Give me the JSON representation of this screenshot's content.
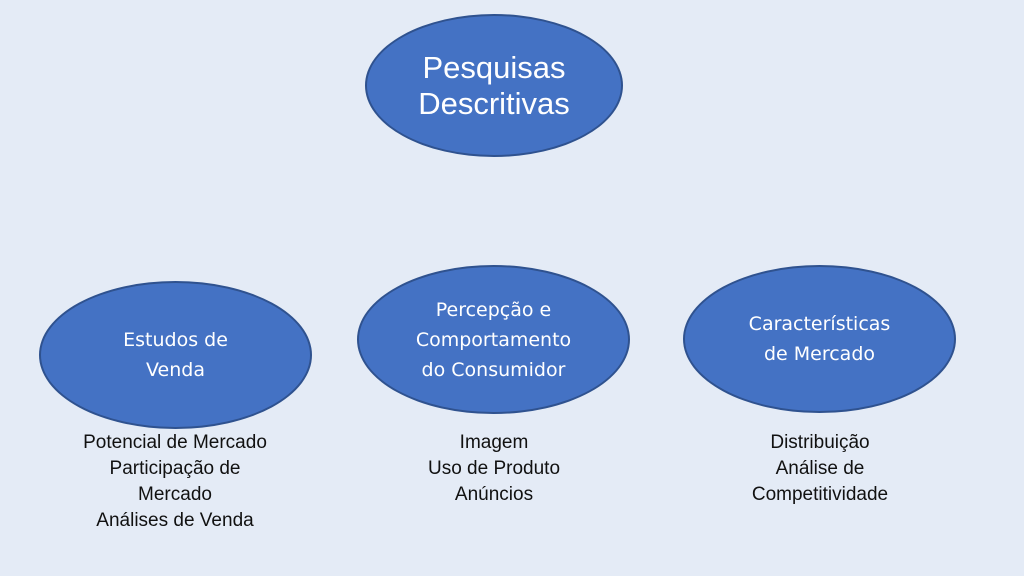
{
  "root": {
    "lines": [
      "Pesquisas",
      "Descritivas"
    ]
  },
  "branches": [
    {
      "title_lines": [
        "Estudos de",
        "Venda"
      ],
      "items": [
        "Potencial de Mercado",
        "Participação de",
        "Mercado",
        "Análises de Venda"
      ]
    },
    {
      "title_lines": [
        "Percepção e",
        "Comportamento",
        "do Consumidor"
      ],
      "items": [
        "Imagem",
        "Uso de Produto",
        "Anúncios"
      ]
    },
    {
      "title_lines": [
        "Características",
        "de Mercado"
      ],
      "items": [
        "Distribuição",
        "Análise de",
        "Competitividade"
      ]
    }
  ],
  "colors": {
    "background": "#e4ebf6",
    "node_fill": "#4472c4",
    "node_border": "#2f528f",
    "node_text": "#ffffff"
  }
}
